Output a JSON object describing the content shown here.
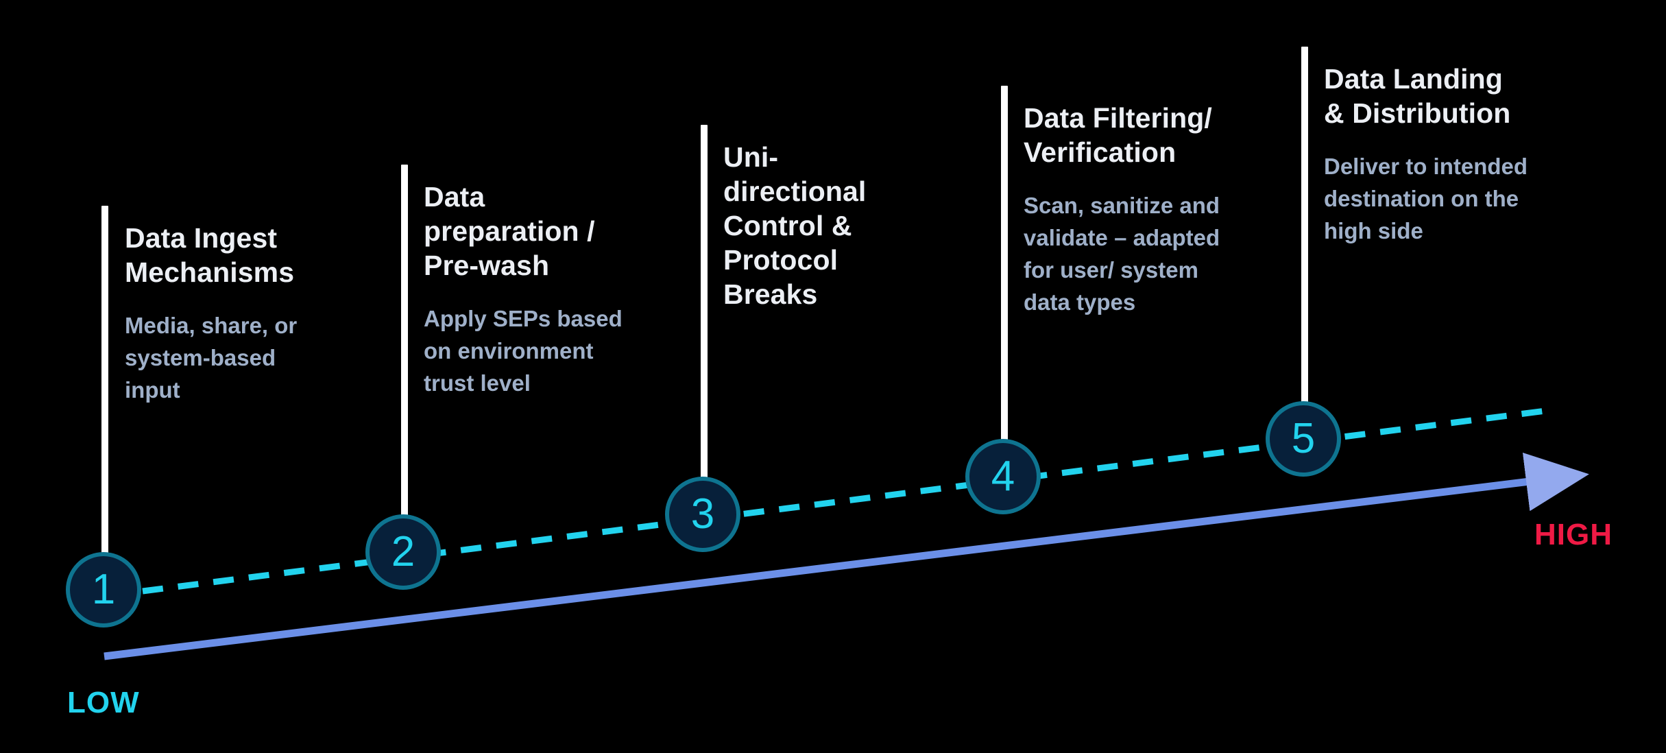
{
  "diagram": {
    "type": "ascending-step-timeline",
    "background_color": "#000000",
    "accent_colors": {
      "bubble_fill": "#07203a",
      "bubble_stroke": "#0e7490",
      "bubble_number": "#22d3ee",
      "dashed_path": "#22d3ee",
      "solid_arrow": "#6b8fe8",
      "stem": "#ffffff",
      "title_text": "#eceff4",
      "body_text": "#9fb0c9",
      "low_label": "#22d3ee",
      "high_label": "#ef1a45"
    }
  },
  "axis": {
    "low_label": "LOW",
    "high_label": "HIGH"
  },
  "steps": [
    {
      "number": "1",
      "title": "Data Ingest\nMechanisms",
      "body": "Media, share, or\nsystem-based\ninput"
    },
    {
      "number": "2",
      "title": "Data\npreparation /\nPre-wash",
      "body": "Apply SEPs based\non environment\ntrust level"
    },
    {
      "number": "3",
      "title": "Uni-\ndirectional\nControl &\nProtocol\nBreaks",
      "body": ""
    },
    {
      "number": "4",
      "title": "Data Filtering/\nVerification",
      "body": "Scan, sanitize and\nvalidate – adapted\nfor user/ system\ndata types"
    },
    {
      "number": "5",
      "title": "Data Landing\n& Distribution",
      "body": "Deliver to intended\ndestination on the\nhigh side"
    }
  ]
}
